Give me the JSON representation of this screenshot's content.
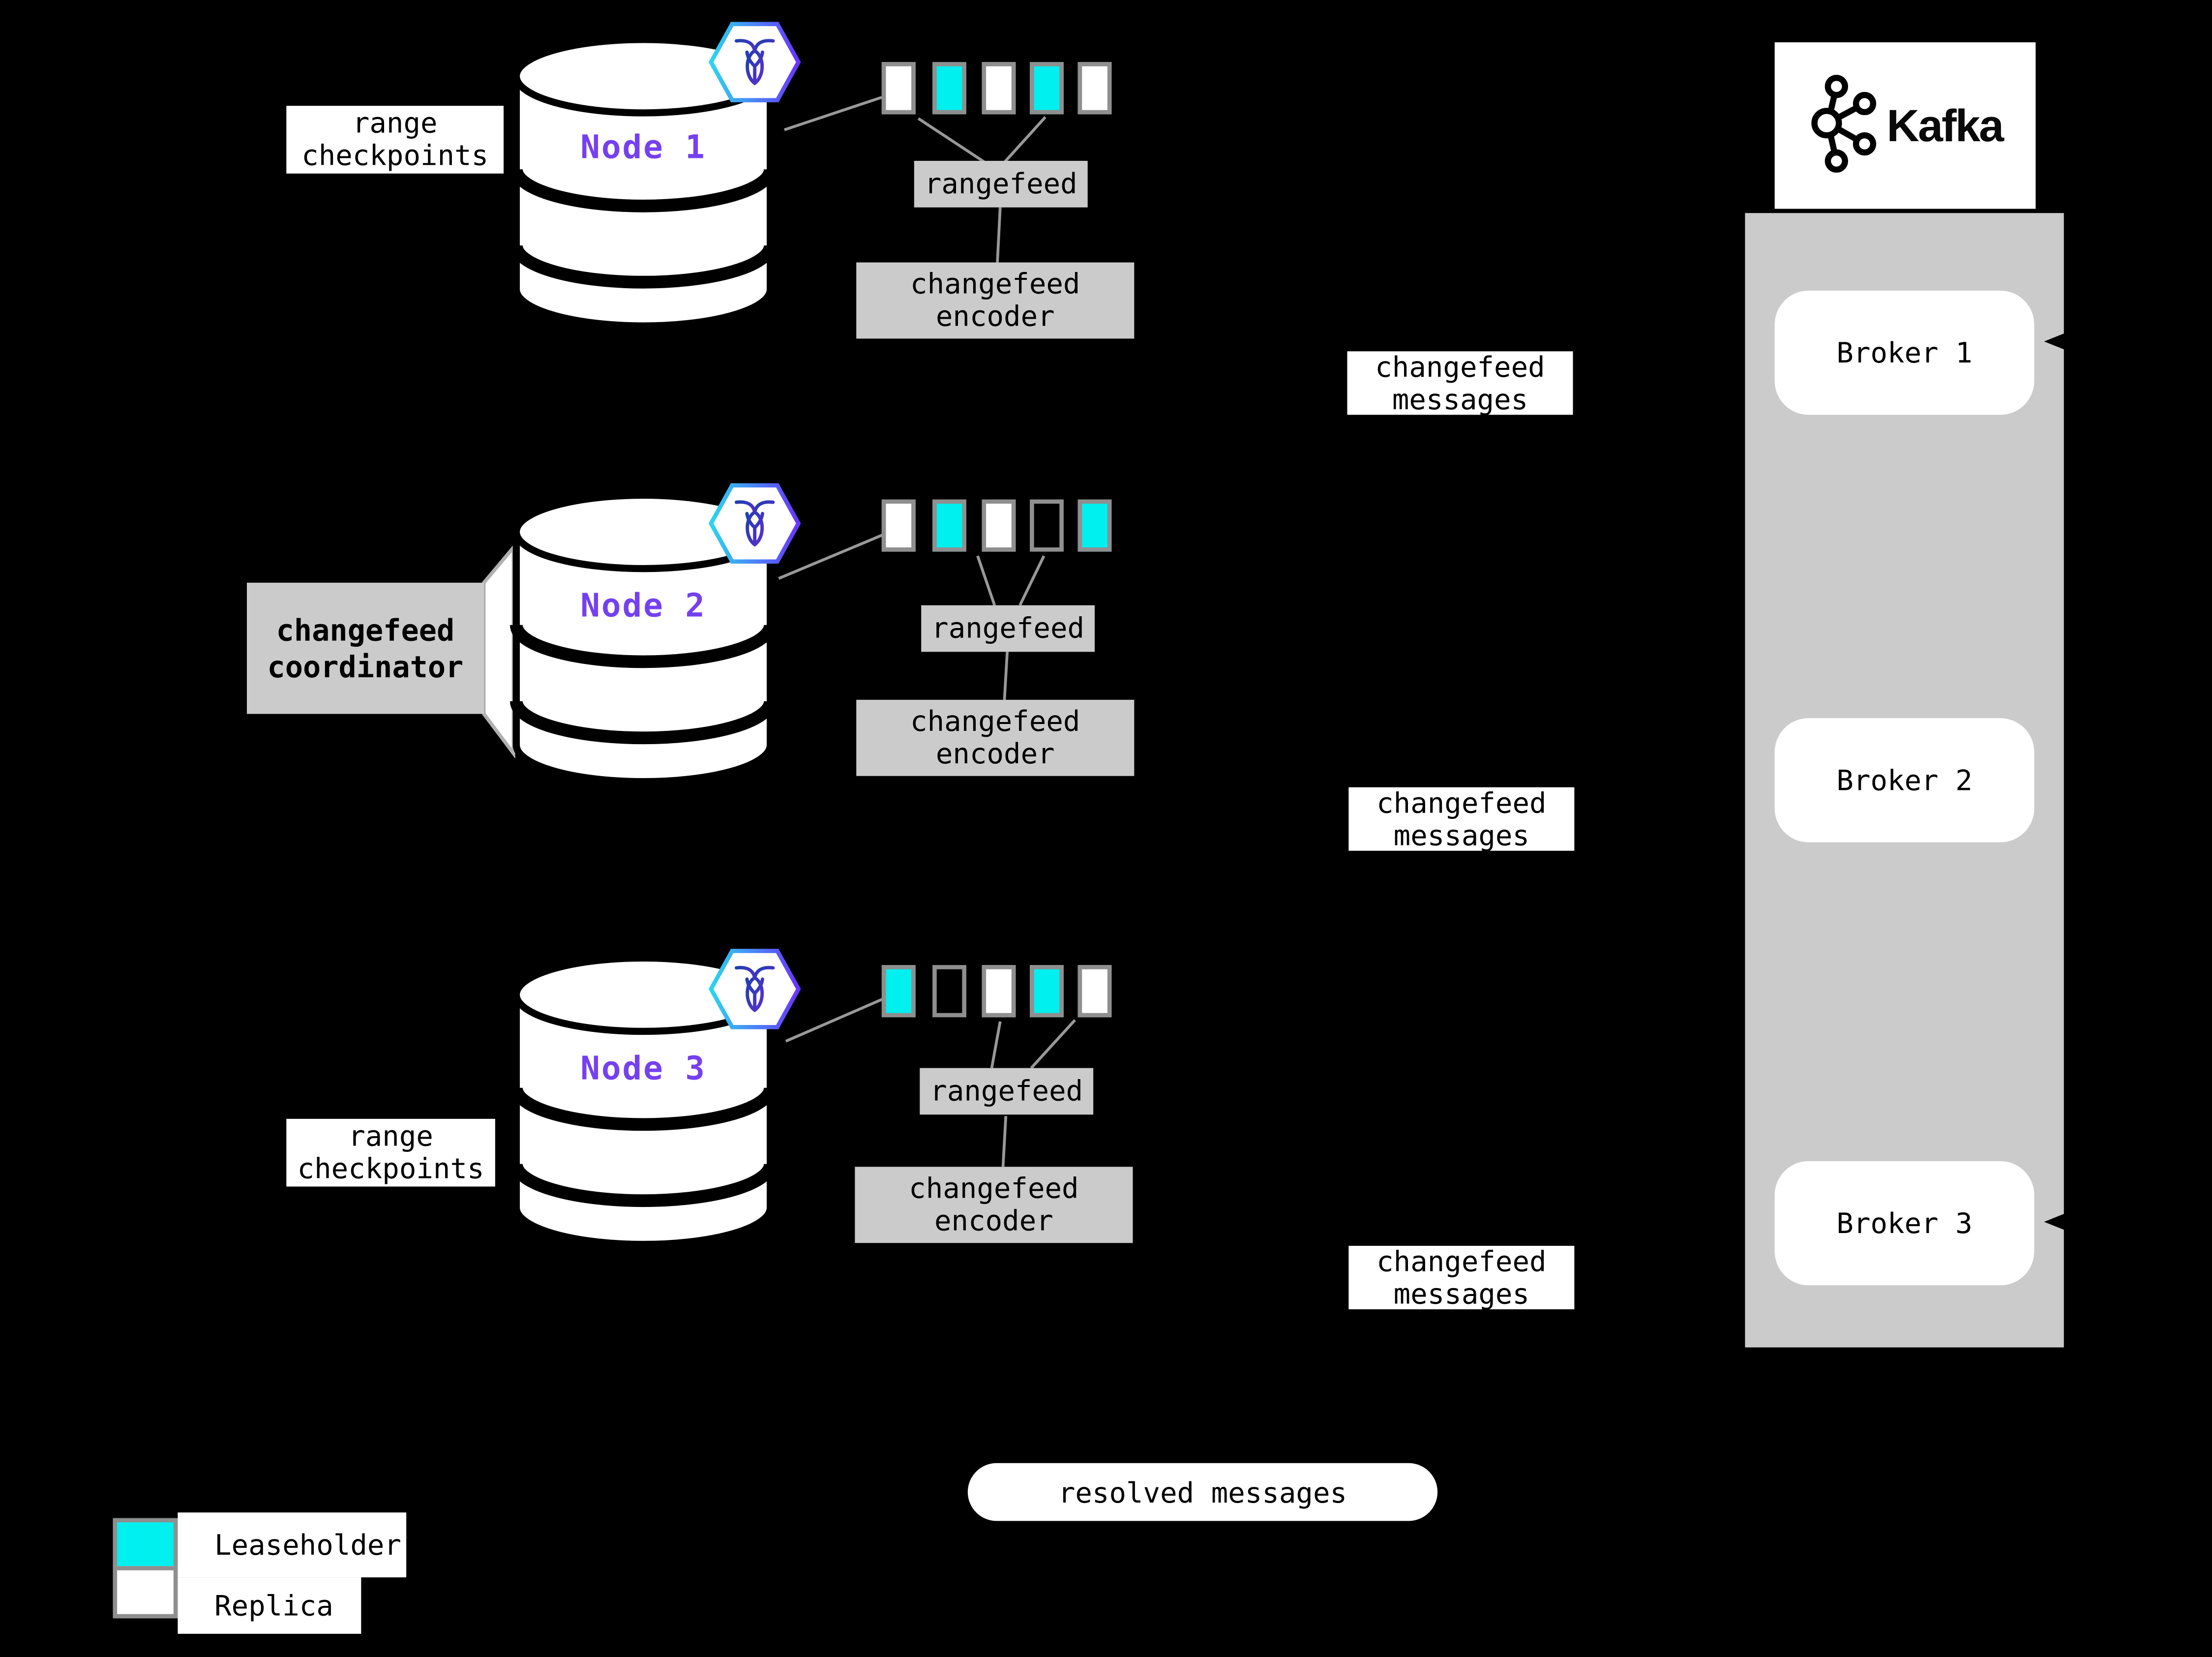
{
  "nodes": [
    {
      "label": "Node 1",
      "side_label": "range checkpoints",
      "replicas": [
        "replica",
        "leaseholder",
        "replica",
        "leaseholder",
        "replica"
      ],
      "rangefeed_label": "rangefeed",
      "encoder_label": "changefeed encoder",
      "message_label": "changefeed messages"
    },
    {
      "label": "Node 2",
      "side_label": "changefeed coordinator",
      "replicas": [
        "replica",
        "leaseholder",
        "replica",
        "empty",
        "leaseholder"
      ],
      "rangefeed_label": "rangefeed",
      "encoder_label": "changefeed encoder",
      "message_label": "changefeed messages"
    },
    {
      "label": "Node 3",
      "side_label": "range checkpoints",
      "replicas": [
        "leaseholder",
        "empty",
        "replica",
        "leaseholder",
        "replica"
      ],
      "rangefeed_label": "rangefeed",
      "encoder_label": "changefeed encoder",
      "message_label": "changefeed messages"
    }
  ],
  "kafka": {
    "logo_text": "Kafka",
    "brokers": [
      {
        "label": "Broker 1"
      },
      {
        "label": "Broker 2"
      },
      {
        "label": "Broker 3"
      }
    ]
  },
  "resolved_pill_label": "resolved messages",
  "legend": {
    "items": [
      {
        "kind": "leaseholder",
        "label": "Leaseholder"
      },
      {
        "kind": "replica",
        "label": "Replica"
      }
    ]
  },
  "colors": {
    "background": "#000000",
    "leaseholder_fill": "#00efef",
    "replica_fill": "#ffffff",
    "empty_fill": "#000000",
    "panel_gray": "#cbcbcb",
    "box_gray": "#cbcbcb",
    "node_label_purple": "#7540f0",
    "connector_gray": "#999999",
    "logo_gradient_start": "#2bd5ee",
    "logo_gradient_end": "#6933ff"
  }
}
